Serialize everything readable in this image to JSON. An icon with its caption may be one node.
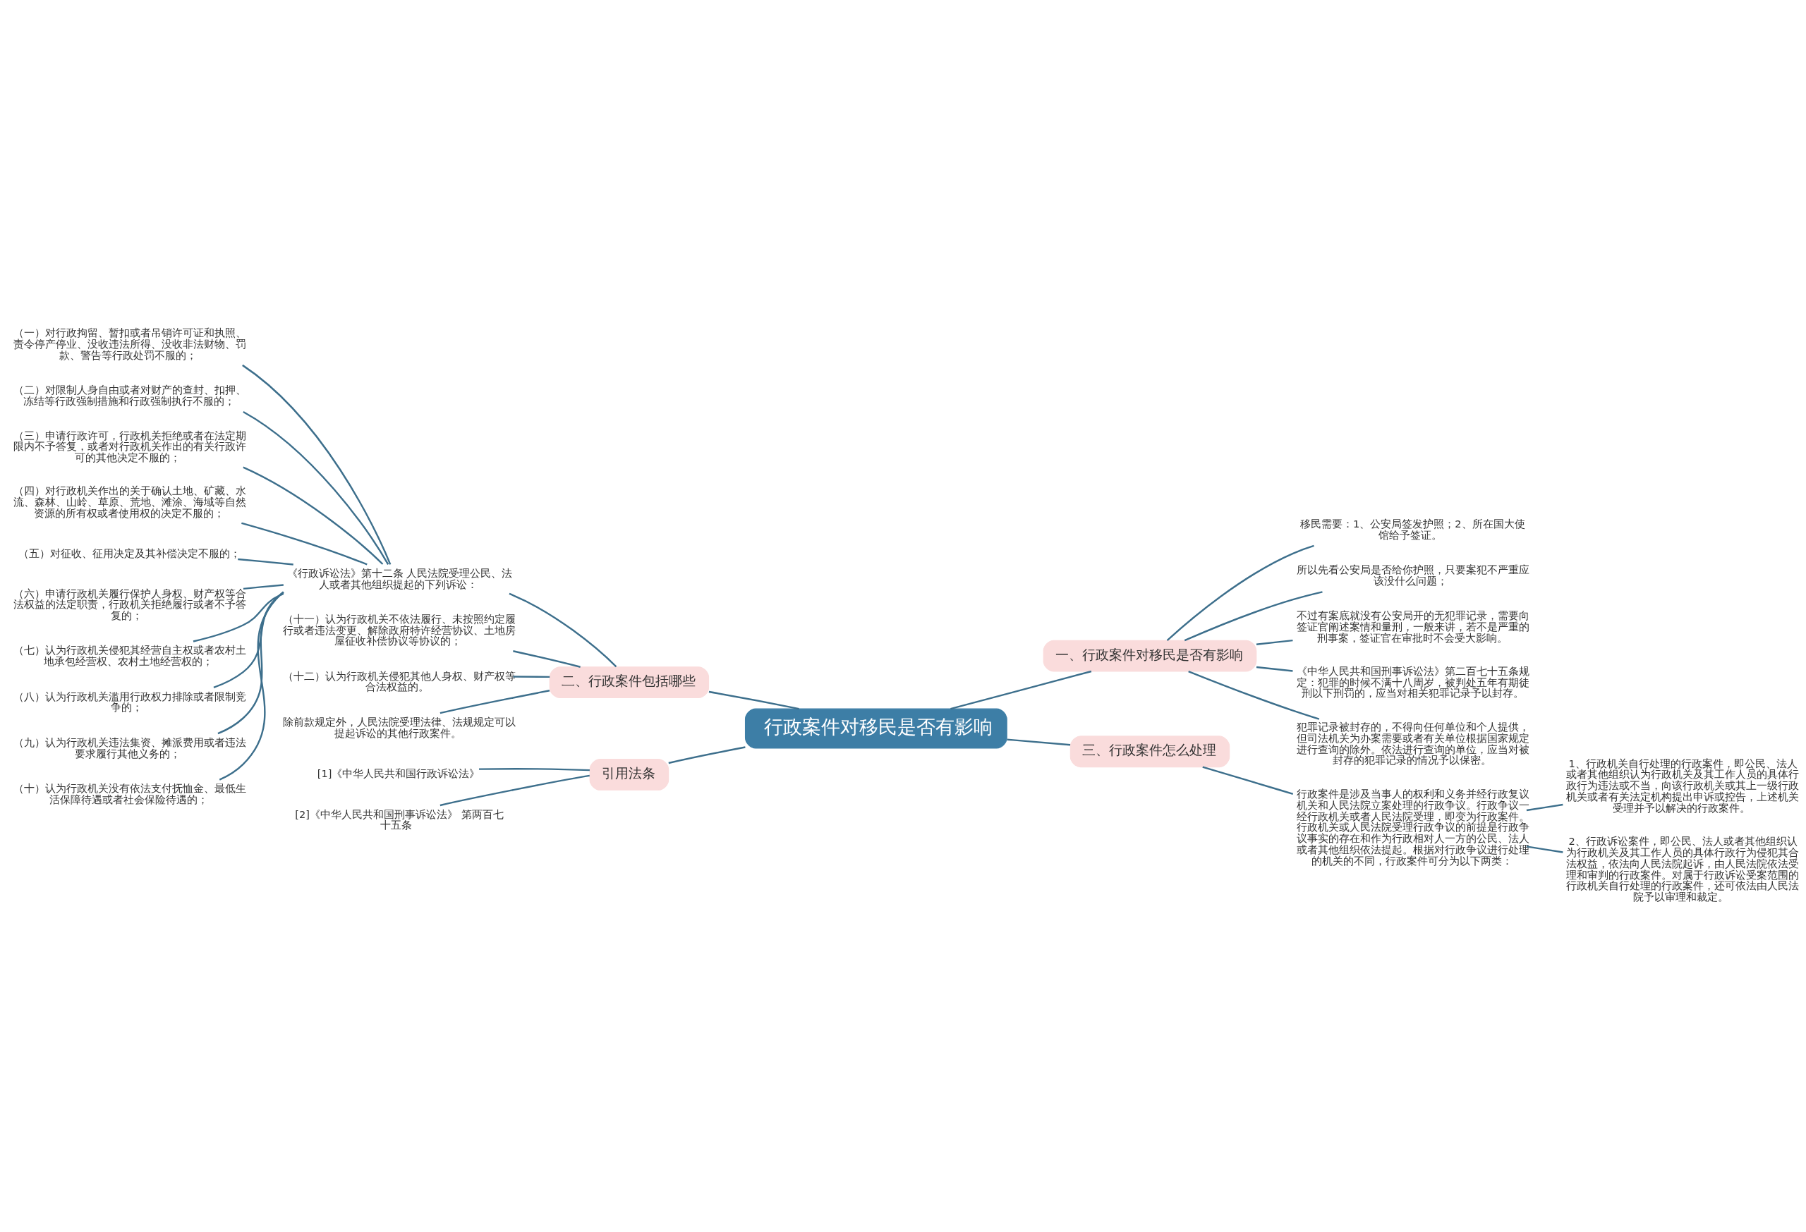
{
  "diagram": {
    "nodes": [
      {
        "text": [
          "行政案件对移民是否有影响"
        ]
      },
      {
        "text": [
          "一、行政案件对移民是否有影响"
        ]
      },
      {
        "text": [
          "移民需要：1、公安局签发护照；2、所在国大使馆给予签证。"
        ]
      },
      {
        "text": [
          "所以先看公安局是否给你护照，只要案犯不严重应该没什么问题；"
        ]
      },
      {
        "text": [
          "不过有案底就没有公安局开的无犯罪记录，需要向签证官阐述案情和量刑，一般来讲，若不是严重的刑事案，签证官在审批时不会受大影响。"
        ]
      },
      {
        "text": [
          "《中华人民共和国刑事诉讼法》第二百七十五条规定：犯罪的时候不满十八周岁，被判处五年有期徒刑以下刑罚的，应当对相关犯罪记录予以封存。"
        ]
      },
      {
        "text": [
          "犯罪记录被封存的，不得向任何单位和个人提供，但司法机关为办案需要或者有关单位根据国家规定进行查询的除外。依法进行查询的单位，应当对被封存的犯罪记录的情况予以保密。"
        ]
      },
      {
        "text": [
          "三、行政案件怎么处理"
        ]
      },
      {
        "text": [
          "行政案件是涉及当事人的权利和义务并经行政复议机关和人民法院立案处理的行政争议。行政争议一经行政机关或者人民法院受理，即变为行政案件。行政机关或人民法院受理行政争议的前提是行政争议事实的存在和作为行政相对人一方的公民、法人或者其他组织依法提起。根据对行政争议进行处理的机关的不同，行政案件可分为以下两类："
        ]
      },
      {
        "text": [
          "1、行政机关自行处理的行政案件，即公民、法人或者其他组织认为行政机关及其工作人员的具体行政行为违法或不当，向该行政机关或其上一级行政机关或者有关法定机构提出申诉或控告，上述机关受理并予以解决的行政案件。"
        ]
      },
      {
        "text": [
          "2、行政诉讼案件，即公民、法人或者其他组织认为行政机关及其工作人员的具体行政行为侵犯其合法权益，依法向人民法院起诉，由人民法院依法受理和审判的行政案件。对属于行政诉讼受案范围的行政机关自行处理的行政案件，还可依法由人民法院予以审理和裁定。"
        ]
      },
      {
        "text": [
          "二、行政案件包括哪些"
        ]
      },
      {
        "text": [
          "《行政诉讼法》第十二条 人民法院受理公民、法人或者其他组织提起的下列诉讼："
        ]
      },
      {
        "text": [
          "（一）对行政拘留、暂扣或者吊销许可证和执照、责令停产停业、没收违法所得、没收非法财物、罚款、警告等行政处罚不服的；"
        ]
      },
      {
        "text": [
          "（二）对限制人身自由或者对财产的查封、扣押、冻结等行政强制措施和行政强制执行不服的；"
        ]
      },
      {
        "text": [
          "（三）申请行政许可，行政机关拒绝或者在法定期限内不予答复，或者对行政机关作出的有关行政许可的其他决定不服的；"
        ]
      },
      {
        "text": [
          "（四）对行政机关作出的关于确认土地、矿藏、水流、森林、山岭、草原、荒地、滩涂、海域等自然资源的所有权或者使用权的决定不服的；"
        ]
      },
      {
        "text": [
          "（五）对征收、征用决定及其补偿决定不服的；"
        ]
      },
      {
        "text": [
          "（六）申请行政机关履行保护人身权、财产权等合法权益的法定职责，行政机关拒绝履行或者不予答复的；"
        ]
      },
      {
        "text": [
          "（七）认为行政机关侵犯其经营自主权或者农村土地承包经营权、农村土地经营权的；"
        ]
      },
      {
        "text": [
          "（八）认为行政机关滥用行政权力排除或者限制竞争的；"
        ]
      },
      {
        "text": [
          "（九）认为行政机关违法集资、摊派费用或者违法要求履行其他义务的；"
        ]
      },
      {
        "text": [
          "（十）认为行政机关没有依法支付抚恤金、最低生活保障待遇或者社会保险待遇的；"
        ]
      },
      {
        "text": [
          "（十一）认为行政机关不依法履行、未按照约定履行或者违法变更、解除政府特许经营协议、土地房屋征收补偿协议等协议的；"
        ]
      },
      {
        "text": [
          "（十二）认为行政机关侵犯其他人身权、财产权等合法权益的。"
        ]
      },
      {
        "text": [
          "除前款规定外，人民法院受理法律、法规规定可以提起诉讼的其他行政案件。"
        ]
      },
      {
        "text": [
          "引用法条"
        ]
      },
      {
        "text": [
          "[1]《中华人民共和国行政诉讼法》"
        ]
      },
      {
        "text": [
          "[2]《中华人民共和国刑事诉讼法》 第两百七十五条"
        ]
      }
    ],
    "edges": [
      {
        "from": 0,
        "to": 1,
        "arrow": "none"
      },
      {
        "from": 1,
        "to": 2,
        "arrow": "none"
      },
      {
        "from": 1,
        "to": 3,
        "arrow": "none"
      },
      {
        "from": 1,
        "to": 4,
        "arrow": "none"
      },
      {
        "from": 1,
        "to": 5,
        "arrow": "none"
      },
      {
        "from": 1,
        "to": 6,
        "arrow": "none"
      },
      {
        "from": 0,
        "to": 7,
        "arrow": "none"
      },
      {
        "from": 7,
        "to": 8,
        "arrow": "none"
      },
      {
        "from": 8,
        "to": 9,
        "arrow": "none"
      },
      {
        "from": 8,
        "to": 10,
        "arrow": "none"
      },
      {
        "from": 0,
        "to": 11,
        "arrow": "none"
      },
      {
        "from": 11,
        "to": 12,
        "arrow": "none"
      },
      {
        "from": 12,
        "to": 13,
        "arrow": "none"
      },
      {
        "from": 12,
        "to": 14,
        "arrow": "none"
      },
      {
        "from": 12,
        "to": 15,
        "arrow": "none"
      },
      {
        "from": 12,
        "to": 16,
        "arrow": "none"
      },
      {
        "from": 12,
        "to": 17,
        "arrow": "none"
      },
      {
        "from": 12,
        "to": 18,
        "arrow": "none"
      },
      {
        "from": 12,
        "to": 19,
        "arrow": "none"
      },
      {
        "from": 12,
        "to": 20,
        "arrow": "none"
      },
      {
        "from": 12,
        "to": 21,
        "arrow": "none"
      },
      {
        "from": 12,
        "to": 22,
        "arrow": "none"
      },
      {
        "from": 11,
        "to": 23,
        "arrow": "none"
      },
      {
        "from": 11,
        "to": 24,
        "arrow": "none"
      },
      {
        "from": 11,
        "to": 25,
        "arrow": "none"
      },
      {
        "from": 0,
        "to": 26,
        "arrow": "none"
      },
      {
        "from": 26,
        "to": 27,
        "arrow": "none"
      },
      {
        "from": 26,
        "to": 28,
        "arrow": "none"
      }
    ]
  }
}
